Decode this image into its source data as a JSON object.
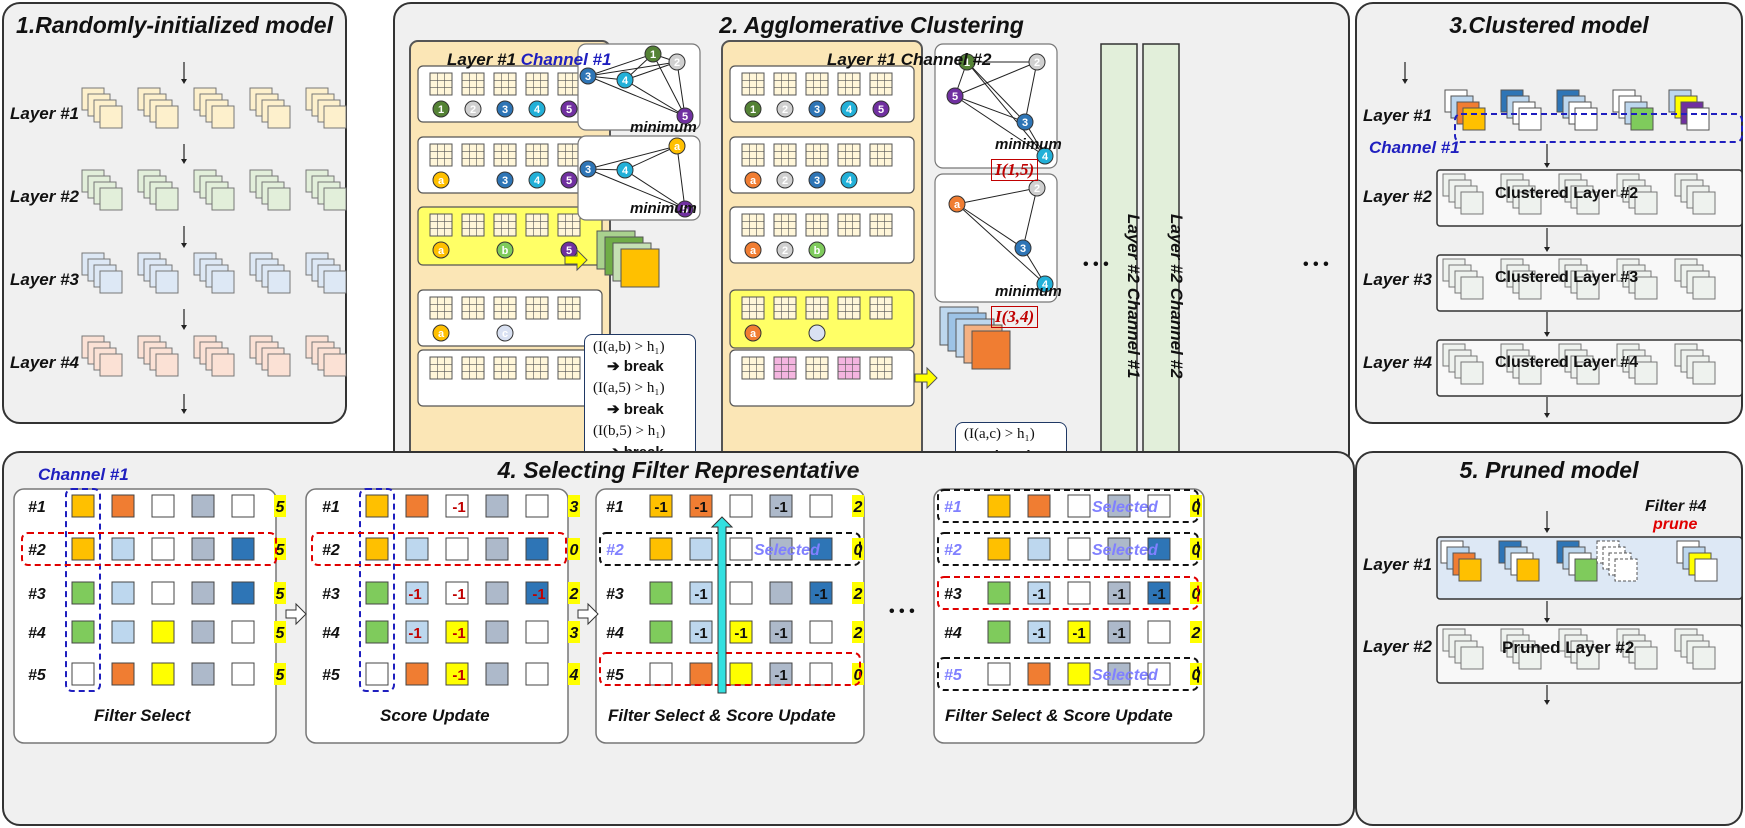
{
  "p1": {
    "title": "1.Randomly-initialized model",
    "layers": [
      "Layer #1",
      "Layer #2",
      "Layer #3",
      "Layer #4"
    ]
  },
  "p2": {
    "title": "2. Agglomerative Clustering",
    "col1_header_a": "Layer #1",
    "col1_header_b": "Channel #1",
    "col2_header": "Layer #1 Channel #2",
    "minimum": "minimum",
    "break": "➔ break",
    "cond1": "(I(a,b) > h₁)",
    "cond2": "(I(a,5) > h₁)",
    "cond3": "(I(b,5) > h₁)",
    "cond4": "(I(a,c) > h₁)",
    "i15": "I(1,5)",
    "i34": "I(3,4)",
    "vbar1": "Layer #2 Channel #1",
    "vbar2": "Layer #2 Channel #2",
    "dots": "• • •"
  },
  "p3": {
    "title": "3.Clustered model",
    "layers": [
      "Layer #1",
      "Layer #2",
      "Layer #3",
      "Layer #4"
    ],
    "channel": "Channel #1",
    "clustered": [
      "Clustered Layer #2",
      "Clustered Layer #3",
      "Clustered Layer #4"
    ]
  },
  "p4": {
    "title": "4. Selecting Filter Representative",
    "channel": "Channel #1",
    "rows": [
      "#1",
      "#2",
      "#3",
      "#4",
      "#5"
    ],
    "captions": [
      "Filter Select",
      "Score Update",
      "Filter Select & Score Update",
      "Filter Select & Score Update"
    ],
    "scores_a": [
      "5",
      "5",
      "5",
      "5",
      "5"
    ],
    "scores_b": [
      "3",
      "0",
      "2",
      "3",
      "4"
    ],
    "scores_c": [
      "2",
      "0",
      "2",
      "2",
      "0"
    ],
    "scores_d": [
      "0",
      "0",
      "0",
      "2",
      "0"
    ],
    "neg": "-1",
    "selected": "Selected",
    "dots": "• • •"
  },
  "p5": {
    "title": "5. Pruned model",
    "layers": [
      "Layer #1",
      "Layer #2"
    ],
    "filter": "Filter #4",
    "prune": "prune",
    "pruned": "Pruned Layer #2"
  },
  "colors": {
    "orange": "#f07d32",
    "yellow": "#ffff00",
    "gold": "#ffc000",
    "green": "#7fcb5c",
    "blue": "#2e75b6",
    "lightblue": "#bdd7ee",
    "grey": "#adb9ca",
    "red": "#c00000",
    "navy": "#1f1fbf"
  }
}
